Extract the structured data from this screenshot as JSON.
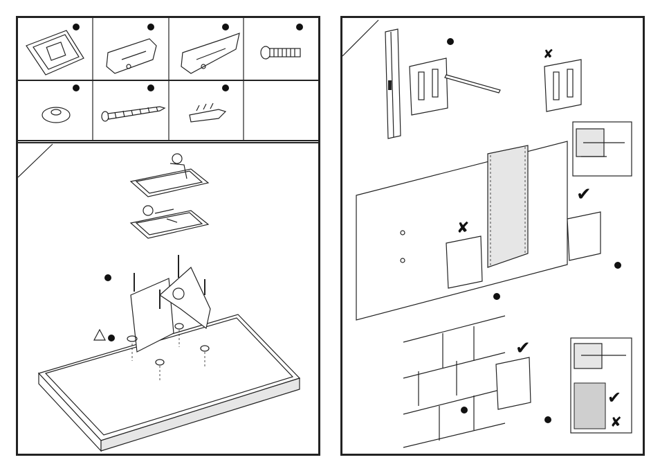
{
  "page": {
    "panels": [
      "left-panel",
      "right-panel"
    ],
    "parts": [
      {
        "id": "wall-plate-icon",
        "kind": "wall plate"
      },
      {
        "id": "bracket-left-icon",
        "kind": "bracket"
      },
      {
        "id": "bracket-right-icon",
        "kind": "bracket"
      },
      {
        "id": "machine-screw-icon",
        "kind": "screw"
      },
      {
        "id": "washer-icon",
        "kind": "washer"
      },
      {
        "id": "wood-screw-icon",
        "kind": "screw"
      },
      {
        "id": "wall-anchor-icon",
        "kind": "anchor"
      }
    ],
    "colors": {
      "line": "#222222",
      "background": "#ffffff",
      "shade": "#e6e6e6",
      "brick": "#cfcfcf"
    },
    "icons": [
      "check-icon",
      "cross-icon",
      "warning-triangle-icon",
      "pencil-icon",
      "level-icon"
    ]
  }
}
